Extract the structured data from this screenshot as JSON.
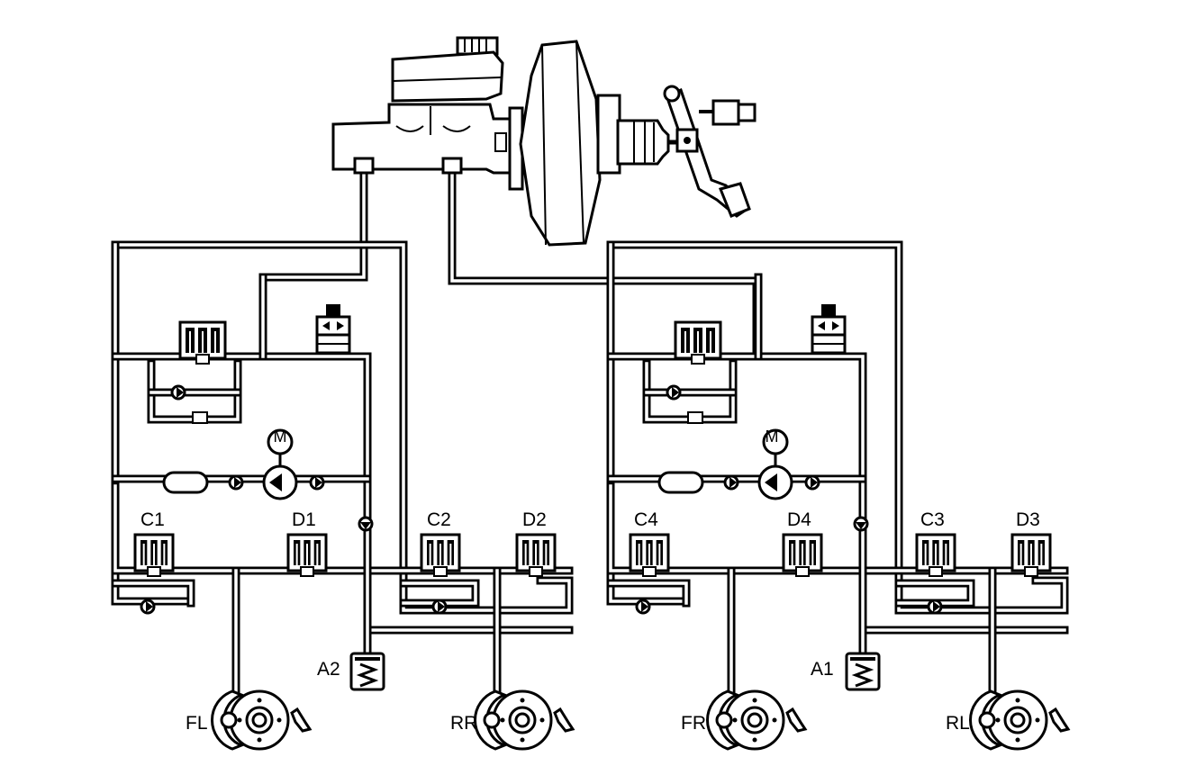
{
  "labels": {
    "C1": "C1",
    "D1": "D1",
    "C2": "C2",
    "D2": "D2",
    "C4": "C4",
    "D4": "D4",
    "C3": "C3",
    "D3": "D3",
    "A2": "A2",
    "A1": "A1",
    "FL": "FL",
    "RR": "RR",
    "FR": "FR",
    "RL": "RL",
    "motor_left": "M",
    "motor_right": "M"
  },
  "colors": {
    "line": "#000000",
    "background": "#ffffff"
  },
  "icons": [
    "master-cylinder",
    "brake-booster",
    "brake-pedal",
    "pedal-switch",
    "solenoid-valve",
    "check-valve",
    "pump-motor",
    "accumulator",
    "brake-disc",
    "wheel-speed-sensor"
  ]
}
